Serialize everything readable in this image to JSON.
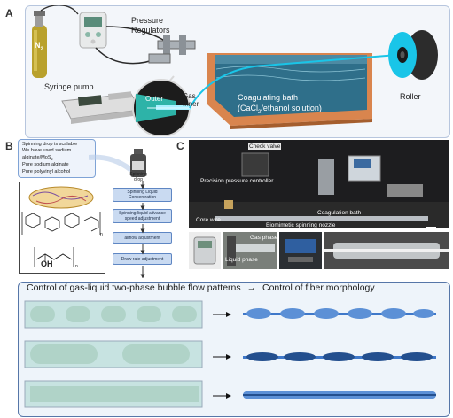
{
  "panels": {
    "a": "A",
    "b": "B",
    "c": "C"
  },
  "panel_a": {
    "n2_label": "N",
    "n2_sub": "2",
    "pressure_regulators_line1": "Pressure",
    "pressure_regulators_line2": "Regulators",
    "syringe_pump": "Syringe pump",
    "outer": "Outer",
    "gas_inner_line1": "Gas",
    "gas_inner_line2": "Inner",
    "bath_line1": "Coagulating bath",
    "bath_line2_pre": "(CaCl",
    "bath_line2_sub": "2",
    "bath_line2_post": "/ethanol solution)",
    "roller": "Roller"
  },
  "panel_b": {
    "note_lines": [
      "Spinning drop is scalable",
      "We have used sodium",
      "alginate/MoS",
      "Pure sodium alginate",
      "Pure polyvinyl alcohol"
    ],
    "note_mos_sub": "2",
    "spinning_drop": "Spinning drop",
    "flow_steps": [
      "Spinning Liquid Concentration",
      "Spinning liquid advance speed adjustment",
      "airflow adjustment",
      "Draw rate adjustment"
    ],
    "pva_oh": "OH",
    "pva_n": "n"
  },
  "panel_c": {
    "check_valve": "Check valve",
    "precision_pressure_controller": "Precision pressure controller",
    "core_wire": "Core wire",
    "coagulation_bath": "Coagulation bath",
    "biomimetic_nozzle": "Biomimetic spinning nozzle",
    "gas_phase": "Gas phase",
    "liquid_phase": "Liquid phase"
  },
  "bottom": {
    "title_left": "Control of gas-liquid two-phase bubble flow patterns",
    "title_arrow": "→",
    "title_right": "Control of fiber morphology"
  },
  "colors": {
    "bath_frame": "#d9854e",
    "water": "#2f6f8a",
    "fiber_cyan": "#19c5e8",
    "bubble": "#cfe6dc",
    "fiber_blue": "#3f78c9",
    "panel_border": "#5676a8"
  }
}
